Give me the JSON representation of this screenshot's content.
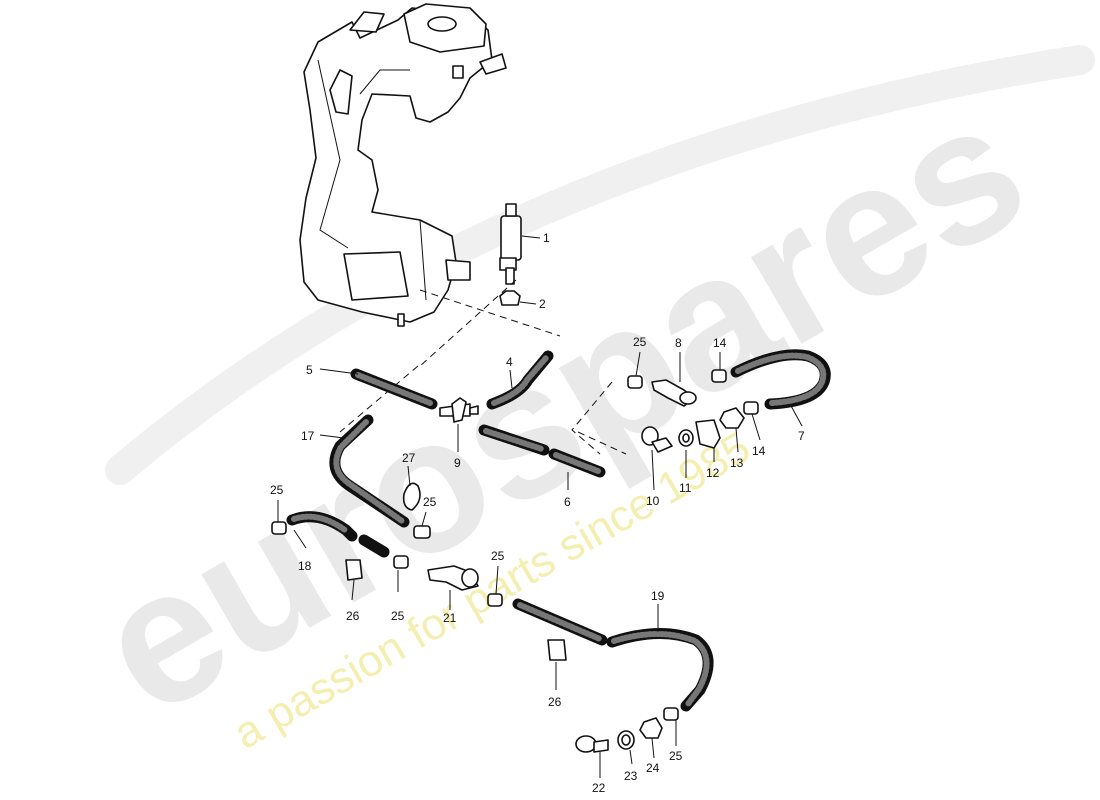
{
  "watermark": {
    "brand": "eurospares",
    "tagline": "a passion for parts since 1985"
  },
  "colors": {
    "line": "#111111",
    "hose_texture": "#777777",
    "watermark_brand": "#e9e9e9",
    "watermark_tagline": "#f4efb0"
  },
  "callouts": {
    "c1": "1",
    "c2": "2",
    "c4": "4",
    "c5": "5",
    "c6": "6",
    "c7": "7",
    "c8": "8",
    "c9": "9",
    "c10": "10",
    "c11": "11",
    "c12": "12",
    "c13": "13",
    "c14a": "14",
    "c14b": "14",
    "c17": "17",
    "c18": "18",
    "c19": "19",
    "c21": "21",
    "c22": "22",
    "c23": "23",
    "c24": "24",
    "c25a": "25",
    "c25b": "25",
    "c25c": "25",
    "c25d": "25",
    "c25e": "25",
    "c25f": "25",
    "c26a": "26",
    "c26b": "26",
    "c27": "27"
  }
}
